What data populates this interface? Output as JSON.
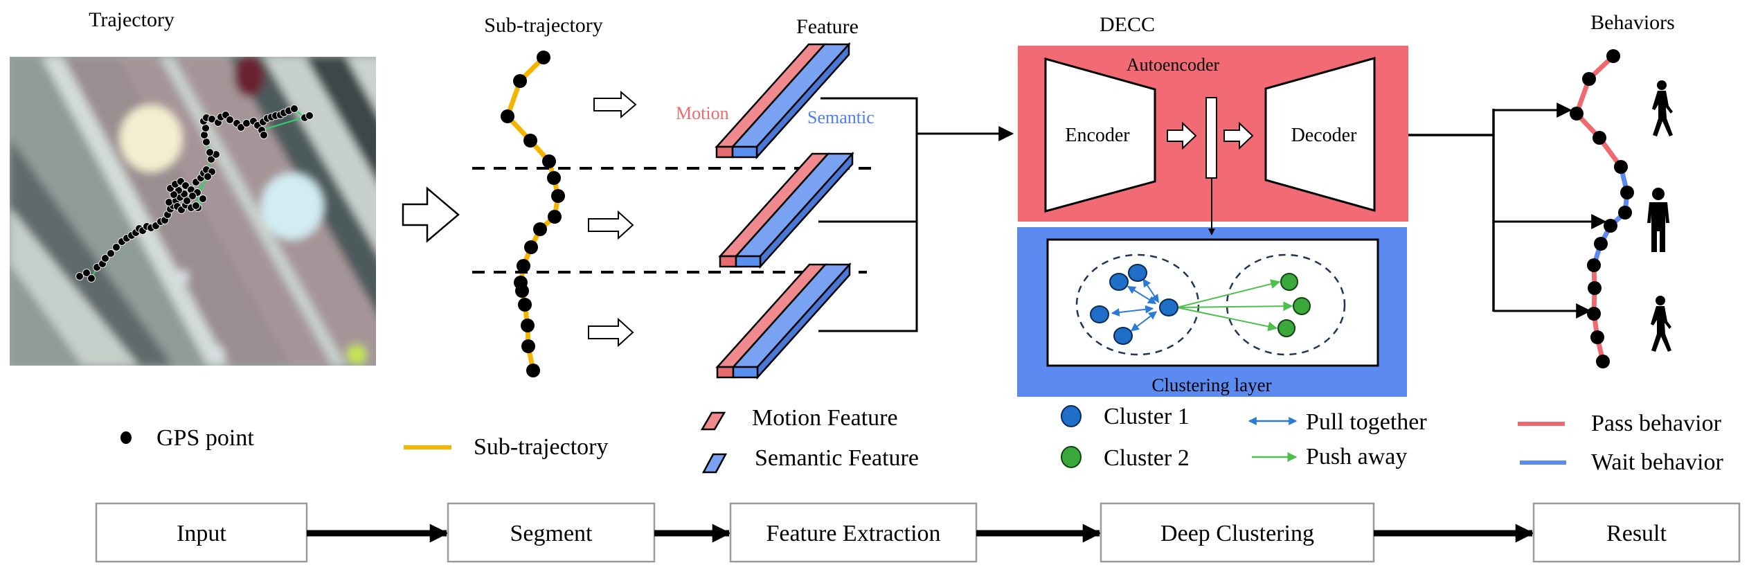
{
  "sections": {
    "trajectory_title": "Trajectory",
    "subtrajectory_title": "Sub-trajectory",
    "feature_title": "Feature",
    "decc_title": "DECC",
    "behaviors_title": "Behaviors"
  },
  "feature": {
    "motion_label": "Motion",
    "semantic_label": "Semantic"
  },
  "decc": {
    "autoencoder_label": "Autoencoder",
    "encoder_label": "Encoder",
    "decoder_label": "Decoder",
    "clustering_label": "Clustering layer"
  },
  "legend": {
    "gps_point": "GPS point",
    "sub_trajectory": "Sub-trajectory",
    "motion_feature": "Motion Feature",
    "semantic_feature": "Semantic Feature",
    "cluster_1": "Cluster 1",
    "cluster_2": "Cluster 2",
    "pull_together": "Pull together",
    "push_away": "Push away",
    "pass_behavior": "Pass behavior",
    "wait_behavior": "Wait behavior"
  },
  "flow": {
    "steps": [
      "Input",
      "Segment",
      "Feature Extraction",
      "Deep Clustering",
      "Result"
    ]
  },
  "behaviors": {
    "segments": [
      "pass",
      "wait",
      "pass"
    ],
    "icons": [
      "walking-person-icon",
      "standing-person-icon",
      "walking-person-icon"
    ]
  },
  "colors": {
    "motion": "#f08a8e",
    "motion_dark": "#e86b70",
    "semantic": "#7aa2f2",
    "semantic_dark": "#4a78d6",
    "autoencoder_bg": "#f26a74",
    "clustering_bg": "#5b8bf0",
    "sub_trajectory": "#f5b400",
    "cluster_1": "#1f6fc8",
    "cluster_2": "#3aa83a",
    "pass": "#ee6a6e",
    "wait": "#5b8bf0",
    "pull_arrow": "#2a7ad8",
    "push_arrow": "#4cbf4c"
  }
}
